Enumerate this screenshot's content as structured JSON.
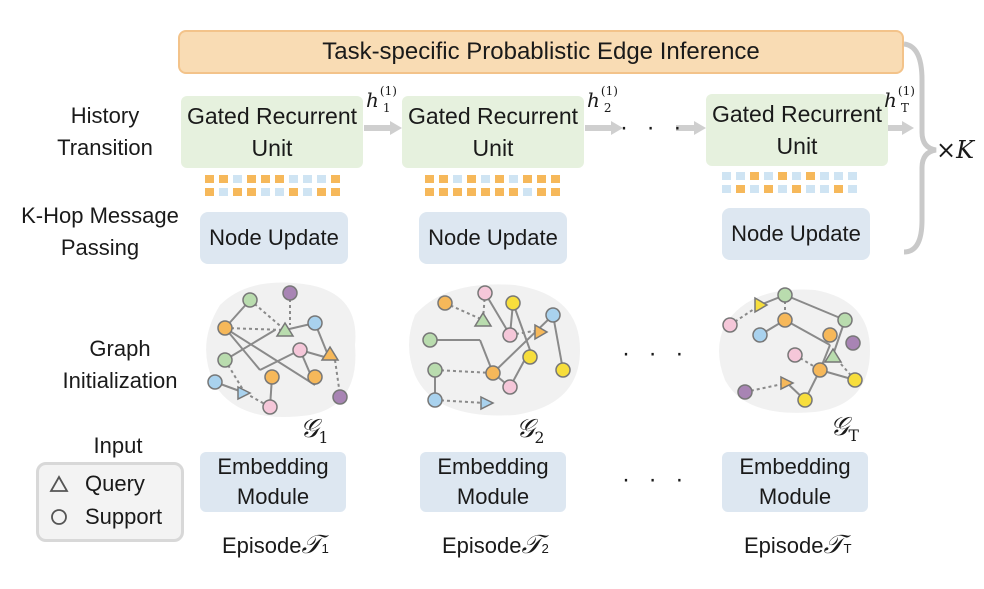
{
  "banner": {
    "title": "Task-specific Probablistic Edge Inference"
  },
  "row_labels": {
    "history": [
      "History",
      "Transition"
    ],
    "khop": [
      "K-Hop Message",
      "Passing"
    ],
    "graph": [
      "Graph",
      "Initialization"
    ],
    "input": "Input"
  },
  "gru": {
    "line1": "Gated Recurrent",
    "line2": "Unit"
  },
  "node_update": "Node Update",
  "embedding": {
    "line1": "Embedding",
    "line2": "Module"
  },
  "hidden_states": [
    {
      "base": "h",
      "sub": "1",
      "sup": "(1)"
    },
    {
      "base": "h",
      "sub": "2",
      "sup": "(1)"
    },
    {
      "base": "h",
      "sub": "T",
      "sup": "(1)"
    }
  ],
  "graphs": [
    {
      "base": "𝒢",
      "sub": "1"
    },
    {
      "base": "𝒢",
      "sub": "2"
    },
    {
      "base": "𝒢",
      "sub": "T"
    }
  ],
  "episodes": [
    {
      "label": "Episode",
      "base": "𝒯",
      "sub": "1"
    },
    {
      "label": "Episode",
      "base": "𝒯",
      "sub": "2"
    },
    {
      "label": "Episode",
      "base": "𝒯",
      "sub": "T"
    }
  ],
  "legend": {
    "query": "Query",
    "support": "Support"
  },
  "repeat": {
    "times": "×",
    "var": "K"
  },
  "ellipsis": "· · ·",
  "colors": {
    "orange": "#f6b85a",
    "green": "#b9dcae",
    "blue": "#a9d2ee",
    "pink": "#f5c7d9",
    "purple": "#a884b4",
    "yellow": "#f7de3c",
    "gray_edge": "#8a8a8a",
    "blob": "#f1f1f1"
  }
}
